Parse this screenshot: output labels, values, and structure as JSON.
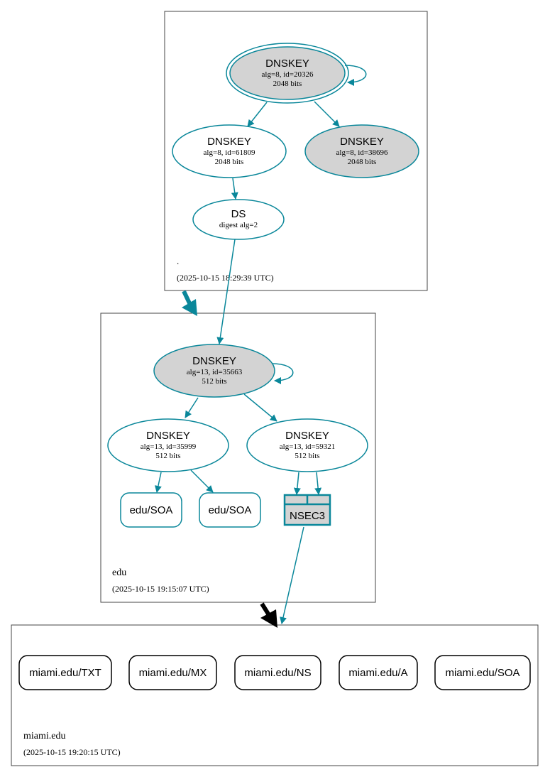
{
  "colors": {
    "edge": "#0a879a",
    "key_fill_signing": "#d3d3d3",
    "key_fill_normal": "#ffffff",
    "zone_border": "#444444",
    "delegation_insecure": "#000000"
  },
  "zones": {
    "root": {
      "name": ".",
      "timestamp": "(2025-10-15 18:29:39 UTC)"
    },
    "edu": {
      "name": "edu",
      "timestamp": "(2025-10-15 19:15:07 UTC)"
    },
    "miami": {
      "name": "miami.edu",
      "timestamp": "(2025-10-15 19:20:15 UTC)"
    }
  },
  "nodes": {
    "root_ksk": {
      "type": "DNSKEY",
      "detail": "alg=8, id=20326",
      "bits": "2048 bits"
    },
    "root_zsk1": {
      "type": "DNSKEY",
      "detail": "alg=8, id=61809",
      "bits": "2048 bits"
    },
    "root_zsk2": {
      "type": "DNSKEY",
      "detail": "alg=8, id=38696",
      "bits": "2048 bits"
    },
    "root_ds": {
      "type": "DS",
      "detail": "digest alg=2"
    },
    "edu_ksk": {
      "type": "DNSKEY",
      "detail": "alg=13, id=35663",
      "bits": "512 bits"
    },
    "edu_zsk1": {
      "type": "DNSKEY",
      "detail": "alg=13, id=35999",
      "bits": "512 bits"
    },
    "edu_zsk2": {
      "type": "DNSKEY",
      "detail": "alg=13, id=59321",
      "bits": "512 bits"
    },
    "edu_soa1": {
      "label": "edu/SOA"
    },
    "edu_soa2": {
      "label": "edu/SOA"
    },
    "edu_nsec3": {
      "label": "NSEC3"
    }
  },
  "records": [
    "miami.edu/TXT",
    "miami.edu/MX",
    "miami.edu/NS",
    "miami.edu/A",
    "miami.edu/SOA"
  ]
}
